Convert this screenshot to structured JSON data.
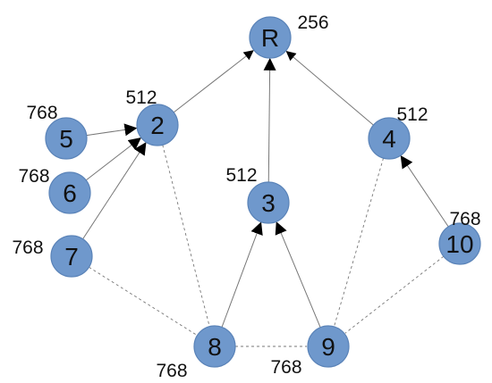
{
  "colors": {
    "node_fill": "#6f98cc",
    "node_stroke": "#5a83b8",
    "edge": "#777777",
    "text": "#111111"
  },
  "nodes": [
    {
      "id": "R",
      "label": "R",
      "rank": "256"
    },
    {
      "id": "2",
      "label": "2",
      "rank": "512"
    },
    {
      "id": "3",
      "label": "3",
      "rank": "512"
    },
    {
      "id": "4",
      "label": "4",
      "rank": "512"
    },
    {
      "id": "5",
      "label": "5",
      "rank": "768"
    },
    {
      "id": "6",
      "label": "6",
      "rank": "768"
    },
    {
      "id": "7",
      "label": "7",
      "rank": "768"
    },
    {
      "id": "8",
      "label": "8",
      "rank": "768"
    },
    {
      "id": "9",
      "label": "9",
      "rank": "768"
    },
    {
      "id": "10",
      "label": "10",
      "rank": "768"
    }
  ],
  "edges": [
    {
      "from": "2",
      "to": "R",
      "style": "arrow",
      "head": "small"
    },
    {
      "from": "3",
      "to": "R",
      "style": "arrow",
      "head": "large"
    },
    {
      "from": "4",
      "to": "R",
      "style": "arrow",
      "head": "small"
    },
    {
      "from": "5",
      "to": "2",
      "style": "arrow",
      "head": "large"
    },
    {
      "from": "6",
      "to": "2",
      "style": "arrow",
      "head": "large"
    },
    {
      "from": "7",
      "to": "2",
      "style": "arrow",
      "head": "large"
    },
    {
      "from": "8",
      "to": "3",
      "style": "arrow",
      "head": "large"
    },
    {
      "from": "9",
      "to": "3",
      "style": "arrow",
      "head": "large"
    },
    {
      "from": "10",
      "to": "4",
      "style": "arrow",
      "head": "large"
    },
    {
      "from": "2",
      "to": "8",
      "style": "dashed"
    },
    {
      "from": "7",
      "to": "8",
      "style": "dashed"
    },
    {
      "from": "8",
      "to": "9",
      "style": "dashed"
    },
    {
      "from": "4",
      "to": "9",
      "style": "dashed"
    },
    {
      "from": "10",
      "to": "9",
      "style": "dashed"
    }
  ]
}
